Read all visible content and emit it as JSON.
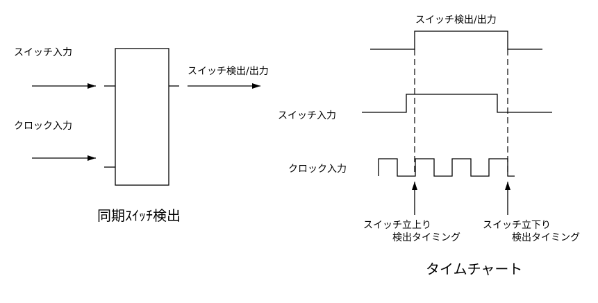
{
  "block_diagram": {
    "input_switch_label": "スイッチ入力",
    "input_clock_label": "クロック入力",
    "output_label": "スイッチ検出/出力",
    "caption": "同期ｽｲｯﾁ検出"
  },
  "timing_chart": {
    "output_label": "スイッチ検出/出力",
    "switch_label": "スイッチ入力",
    "clock_label": "クロック入力",
    "rise_timing_line1": "スイッチ立上り",
    "rise_timing_line2": "検出タイミング",
    "fall_timing_line1": "スイッチ立下り",
    "fall_timing_line2": "検出タイミング",
    "caption": "タイムチャート"
  }
}
